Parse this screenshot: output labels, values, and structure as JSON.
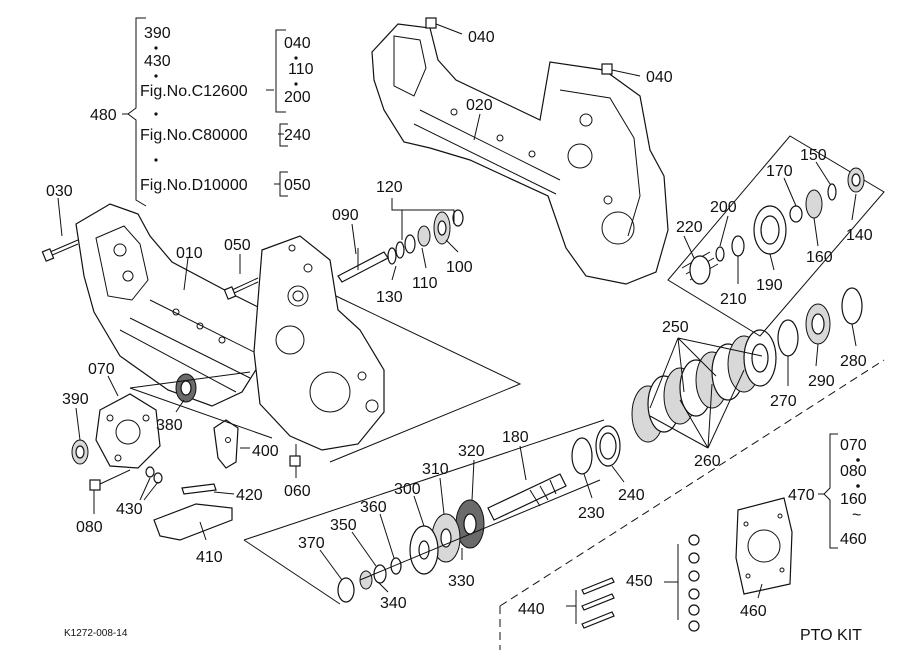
{
  "diagram": {
    "drawing_code": "K1272-008-14",
    "kit_title": "PTO KIT",
    "group_480": {
      "label": "480",
      "items": [
        "390",
        "430",
        "Fig.No.C12600",
        "Fig.No.C80000",
        "Fig.No.D10000"
      ],
      "sub_c12600": [
        "040",
        "110",
        "200"
      ],
      "sub_c80000": "240",
      "sub_d10000": "050"
    },
    "group_470": {
      "label": "470",
      "items": [
        "070",
        "080",
        "160",
        "460"
      ]
    },
    "part_labels": {
      "p030": "030",
      "p010": "010",
      "p050": "050",
      "p090": "090",
      "p120": "120",
      "p130": "130",
      "p110": "110",
      "p100": "100",
      "p040a": "040",
      "p040b": "040",
      "p020": "020",
      "p070": "070",
      "p390": "390",
      "p380": "380",
      "p400": "400",
      "p060": "060",
      "p420": "420",
      "p430": "430",
      "p080": "080",
      "p410": "410",
      "p170": "170",
      "p150": "150",
      "p200": "200",
      "p220": "220",
      "p140": "140",
      "p160": "160",
      "p190": "190",
      "p210": "210",
      "p250": "250",
      "p280": "280",
      "p270": "270",
      "p290": "290",
      "p260": "260",
      "p180": "180",
      "p320": "320",
      "p310": "310",
      "p300": "300",
      "p360": "360",
      "p350": "350",
      "p370": "370",
      "p340": "340",
      "p330": "330",
      "p230": "230",
      "p240": "240",
      "p440": "440",
      "p450": "450",
      "p460": "460"
    }
  }
}
